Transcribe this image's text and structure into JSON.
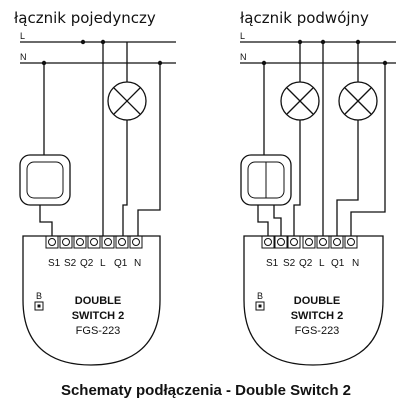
{
  "left": {
    "title": "łącznik pojedynczy",
    "line_l": "L",
    "line_n": "N",
    "terminals": [
      "S1",
      "S2",
      "Q2",
      "L",
      "Q1",
      "N"
    ],
    "button_label": "B",
    "device_name_1": "DOUBLE",
    "device_name_2": "SWITCH 2",
    "model": "FGS-223"
  },
  "right": {
    "title": "łącznik podwójny",
    "line_l": "L",
    "line_n": "N",
    "terminals": [
      "S1",
      "S2",
      "Q2",
      "L",
      "Q1",
      "N"
    ],
    "button_label": "B",
    "device_name_1": "DOUBLE",
    "device_name_2": "SWITCH 2",
    "model": "FGS-223"
  },
  "caption": "Schematy podłączenia - Double Switch 2"
}
